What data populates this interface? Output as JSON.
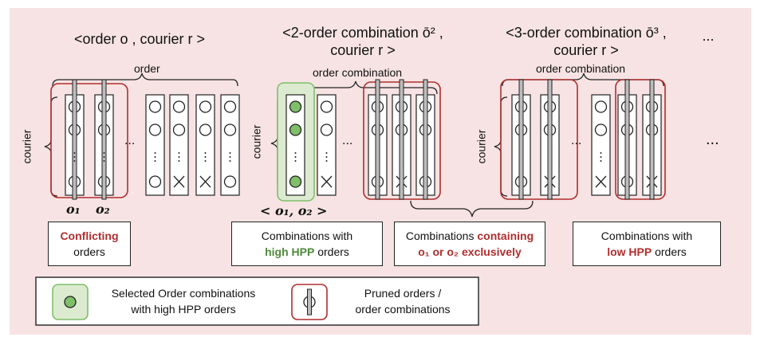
{
  "titles": {
    "t1": "<order o , courier r >",
    "t2_line1": "<2-order combination ō² ,",
    "t2_line2": "courier r >",
    "t3_line1": "<3-order combination ō³ ,",
    "t3_line2": "courier r >",
    "ellipsis": "..."
  },
  "headers": {
    "order": "order",
    "order_combination": "order combination",
    "courier": "courier"
  },
  "labels": {
    "o1": "o₁",
    "o2": "o₂",
    "pair": "< o₁, o₂ >",
    "col_dots": "...",
    "row_dots": "..."
  },
  "boxes": {
    "conflicting_word": "Conflicting",
    "conflicting_rest": "orders",
    "high_line1": "Combinations with",
    "high_word": "high HPP",
    "high_rest": " orders",
    "containing_line1_a": "Combinations ",
    "containing_line1_b": "containing",
    "containing_line2": "o₁ or o₂ exclusively",
    "low_line1": "Combinations with",
    "low_word": "low HPP",
    "low_rest": " orders"
  },
  "legend": {
    "selected_line1": "Selected Order combinations",
    "selected_line2": "with high HPP orders",
    "pruned_line1": "Pruned orders /",
    "pruned_line2": "order combinations"
  },
  "colors": {
    "panel_bg": "#f7e3e3",
    "prune_red": "#b02e2e",
    "select_green": "#7fbf6a",
    "select_fill": "#dcebd0"
  }
}
